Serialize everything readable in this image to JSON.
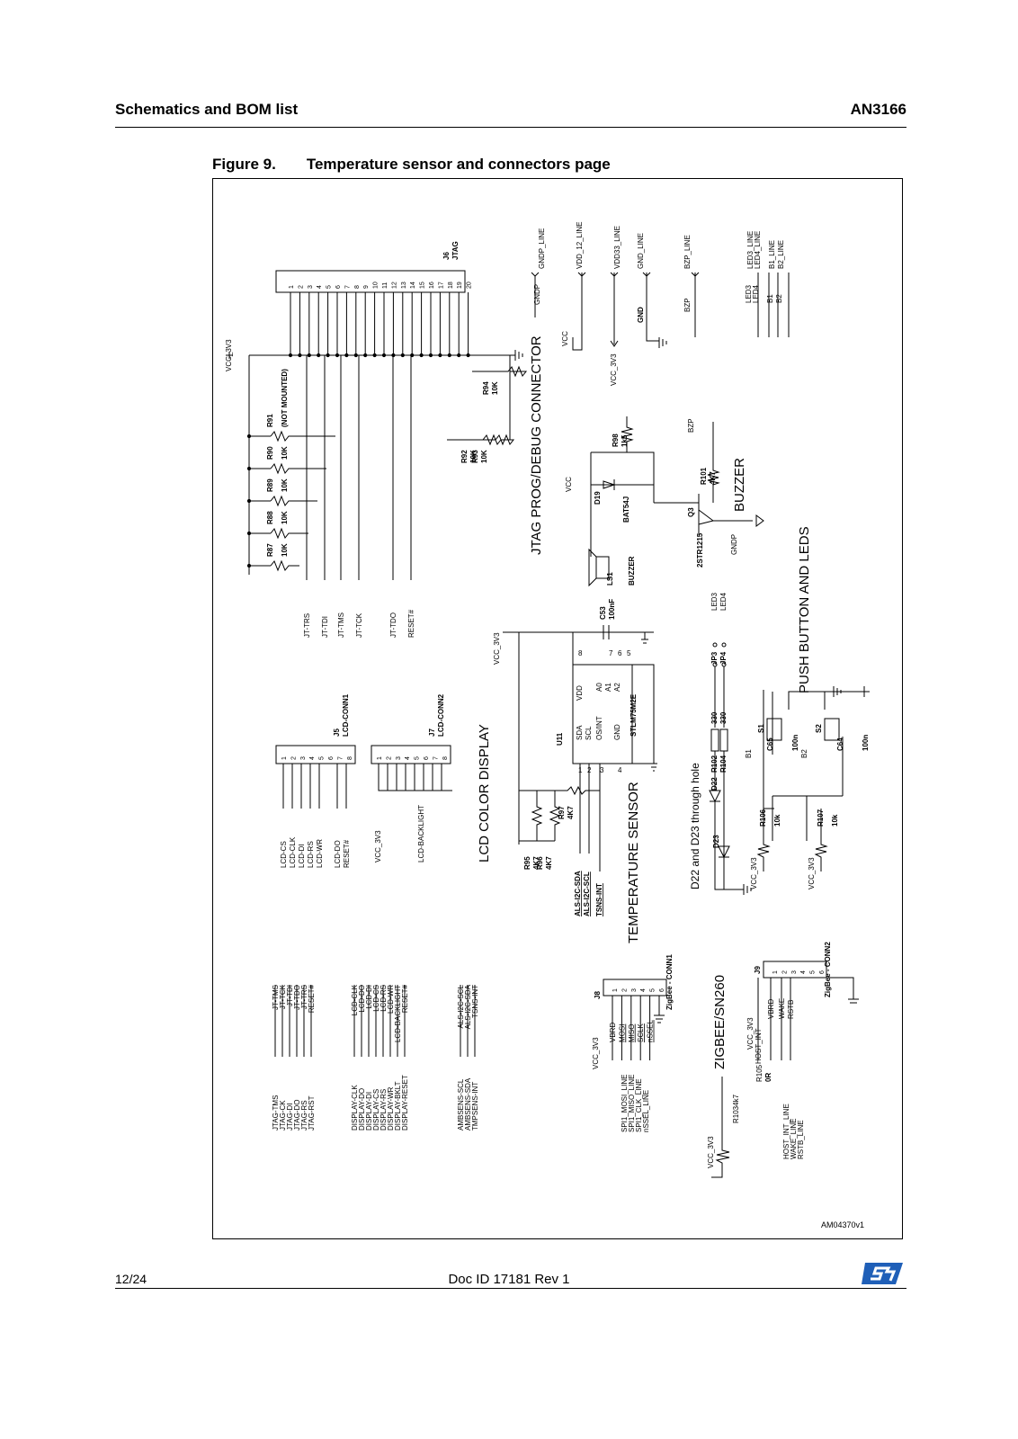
{
  "header": {
    "section": "Schematics and BOM list",
    "doc_code": "AN3166"
  },
  "figure": {
    "number": "Figure 9.",
    "title": "Temperature sensor and connectors page",
    "ref": "AM04370v1"
  },
  "footer": {
    "page": "12/24",
    "doc_id": "Doc ID 17181 Rev 1"
  },
  "blocks": {
    "jtag": "JTAG PROG/DEBUG CONNECTOR",
    "buzzer": "BUZZER",
    "lcd": "LCD COLOR DISPLAY",
    "temp": "TEMPERATURE SENSOR",
    "push": "PUSH BUTTON AND LEDS",
    "zigbee": "ZIGBEE/SN260"
  },
  "notes": {
    "through_hole": "D22 and D23 through hole"
  },
  "nets": {
    "vcc_3v3": "VCC_3V3",
    "vcc": "VCC",
    "gnd": "GND",
    "gndp": "GNDP",
    "bzp": "BZP",
    "gndp_line": "GNDP_LINE",
    "vdd12_line": "VDD_12_LINE",
    "vdd33_line": "VDD33_LINE",
    "gnd_line": "GND_LINE",
    "bzp_line": "BZP_LINE",
    "led3_line": "LED3_LINE",
    "led4_line": "LED4_LINE",
    "b1_line": "B1_LINE",
    "b2_line": "B2_LINE",
    "led3": "LED3",
    "led4": "LED4",
    "b1": "B1",
    "b2": "B2"
  },
  "jtag_conn": {
    "ref": "J6",
    "name": "JTAG",
    "pins": [
      "1",
      "2",
      "3",
      "4",
      "5",
      "6",
      "7",
      "8",
      "9",
      "10",
      "11",
      "12",
      "13",
      "14",
      "15",
      "16",
      "17",
      "18",
      "19",
      "20"
    ],
    "signals": [
      "JT-TRS",
      "JT-TDI",
      "JT-TMS",
      "JT-TCK",
      "JT-TDO",
      "RESET#"
    ]
  },
  "resistors": {
    "r87": "R87",
    "r88": "R88",
    "r89": "R89",
    "r90": "R90",
    "r91": "R91",
    "r92": "R92",
    "r93": "R93",
    "r94": "R94",
    "r98": "R98",
    "r101": "R101",
    "r95": "R95",
    "r96": "R96",
    "r97": "R97",
    "r102": "R102",
    "r104": "R104",
    "r106": "R106",
    "r107": "R107",
    "r103": "R103",
    "r105": "R105",
    "v10k": "10K",
    "not_mounted": "(NOT MOUNTED)",
    "v1k5": "1k5",
    "v4k7": "4K7",
    "v330": "330",
    "v10k_small": "10k",
    "v0r": "0R",
    "r103_label": "R1034k7"
  },
  "semis": {
    "d19": "D19",
    "bat54j": "BAT54J",
    "q3": "Q3",
    "q3_part": "2STR1215",
    "ls1": "LS1",
    "ls1_part": "BUZZER",
    "u11": "U11",
    "u11_part": "STLM75M2E",
    "d22": "D22",
    "d23": "D23",
    "c53": "C53",
    "c53_val": "100nF",
    "c65": "C65",
    "c64": "C64",
    "c_val": "100n",
    "s1": "S1",
    "s2": "S2",
    "jp3": "JP3",
    "jp4": "JP4"
  },
  "u11_pins": {
    "sda": "SDA",
    "scl": "SCL",
    "os": "OS/INT",
    "gnd": "GND",
    "vdd": "VDD",
    "a0": "A0",
    "a1": "A1",
    "a2": "A2",
    "n1": "1",
    "n2": "2",
    "n3": "3",
    "n4": "4",
    "n5": "5",
    "n6": "6",
    "n7": "7",
    "n8": "8"
  },
  "temp_nets": [
    "ALS-I2C-SDA",
    "ALS-I2C-SCL",
    "TSNS-INT"
  ],
  "lcd_conn1": {
    "ref": "J5",
    "name": "LCD-CONN1",
    "pins": [
      "1",
      "2",
      "3",
      "4",
      "5",
      "6",
      "7",
      "8"
    ],
    "signals": [
      "LCD-CS",
      "LCD-CLK",
      "LCD-DI",
      "LCD-RS",
      "LCD-WR",
      "LCD-DO",
      "RESET#"
    ]
  },
  "lcd_conn2": {
    "ref": "J7",
    "name": "LCD-CONN2",
    "pins": [
      "1",
      "2",
      "3",
      "4",
      "5",
      "6",
      "7",
      "8"
    ],
    "signals": [
      "VCC_3V3",
      "LCD-BACKLIGHT"
    ]
  },
  "jtag_map": {
    "left": [
      "JTAG-TMS",
      "JTAG-CK",
      "JTAG-DI",
      "JTAG-DO",
      "JTAG-RS",
      "JTAG-RST"
    ],
    "right": [
      "JT-TMS",
      "JT-TCK",
      "JT-TDI",
      "JT-TDO",
      "JT-TRS",
      "RESET#"
    ]
  },
  "display_map": {
    "left": [
      "DISPLAY-CLK",
      "DISPLAY-DO",
      "DISPLAY-DI",
      "DISPLAY-CS",
      "DISPLAY-RS",
      "DISPLAY-WR",
      "DISPLAY-BKLT",
      "DISPLAY-RESET"
    ],
    "right": [
      "LCD-CLK",
      "LCD-DO",
      "LCD-DI",
      "LCD-CS",
      "LCD-RS",
      "LCD-WR",
      "LCD-BACKLIGHT",
      "RESET#"
    ]
  },
  "amb_map": {
    "left": [
      "AMBSENS-SCL",
      "AMBSENS-SDA",
      "TMPSENS-INT"
    ],
    "right": [
      "ALS-I2C-SCL",
      "ALS-I2C-SDA",
      "TSNS-INT"
    ]
  },
  "zig1": {
    "ref": "J8",
    "name": "ZigBee - CONN1",
    "pins": [
      "1",
      "2",
      "3",
      "4",
      "5",
      "6"
    ],
    "signals": [
      "VBRD",
      "MOSI",
      "MISO",
      "SCLK",
      "nSSEL"
    ],
    "lines": [
      "SPI1_MOSI_LINE",
      "SPI1_MISO_LINE",
      "SPI1_CLK_LINE",
      "nSSEL_LINE"
    ]
  },
  "zig2": {
    "ref": "J9",
    "name": "ZigBee - CONN2",
    "pins": [
      "1",
      "2",
      "3",
      "4",
      "5",
      "6"
    ],
    "signals": [
      "VBRD",
      "WAKE",
      "RSTB",
      "HOST_INT"
    ],
    "lines": [
      "HOST_INT_LINE",
      "WAKE_LINE",
      "RSTB_LINE"
    ]
  }
}
